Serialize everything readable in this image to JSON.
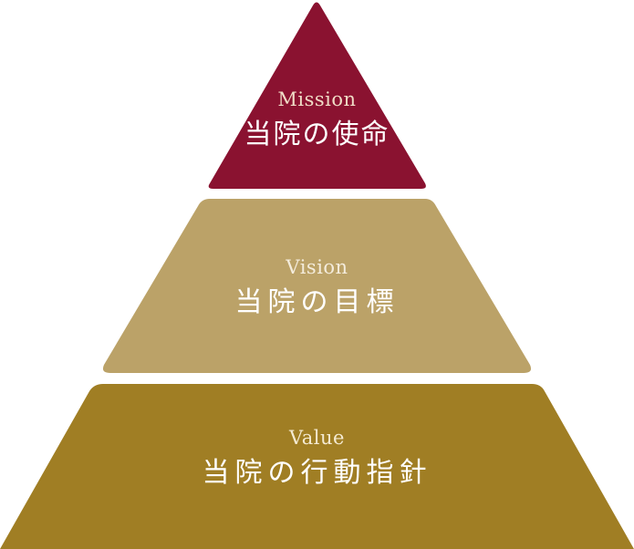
{
  "diagram": {
    "tiers": [
      {
        "english": "Mission",
        "japanese": "当院の使命",
        "color": "#8a1230"
      },
      {
        "english": "Vision",
        "japanese": "当院の目標",
        "color": "#bba268"
      },
      {
        "english": "Value",
        "japanese": "当院の行動指針",
        "color": "#a07e24"
      }
    ]
  }
}
